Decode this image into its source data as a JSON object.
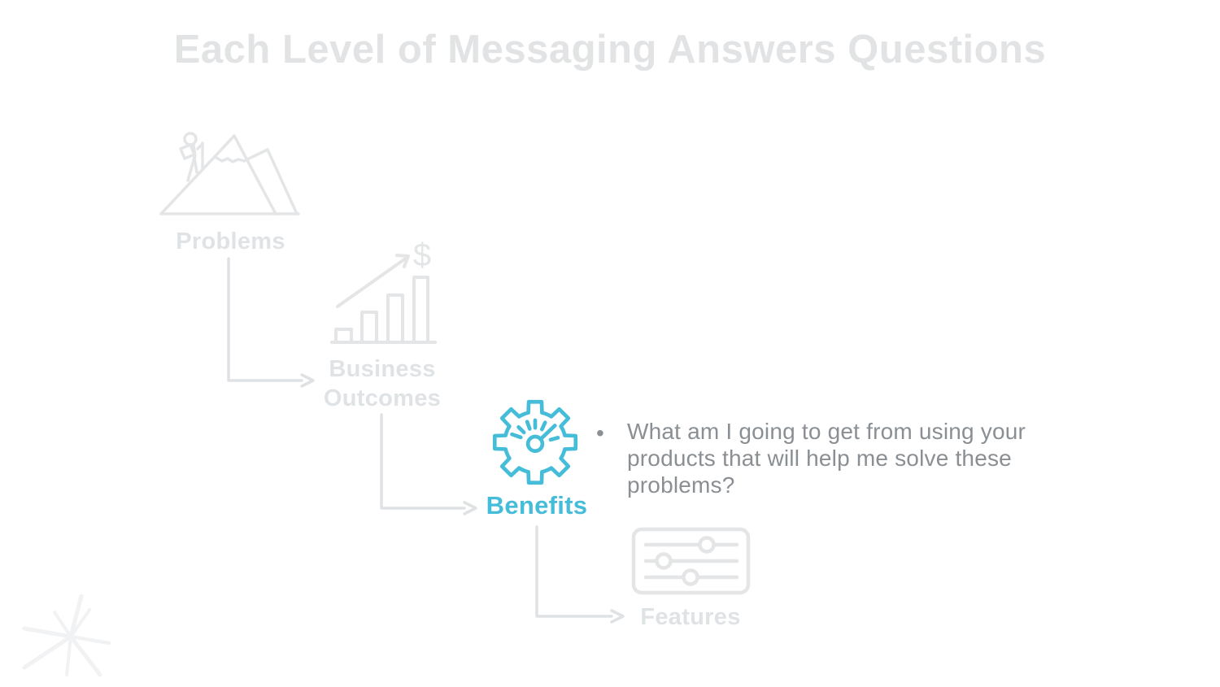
{
  "title": "Each Level of Messaging Answers Questions",
  "colors": {
    "accent": "#45bdd8",
    "muted": "#e3e5e7",
    "label": "#e0e3e5",
    "title": "#e1e3e5",
    "arrow": "#dfe2e4",
    "body_text": "#8a8f94",
    "starburst": "#f1f2f4"
  },
  "steps": [
    {
      "label": "Problems",
      "icon": "mountain-climber-icon",
      "highlighted": false
    },
    {
      "label": "Business Outcomes",
      "icon": "growth-bar-chart-dollar-icon",
      "highlighted": false
    },
    {
      "label": "Benefits",
      "icon": "gear-gauge-icon",
      "highlighted": true
    },
    {
      "label": "Features",
      "icon": "sliders-icon",
      "highlighted": false
    }
  ],
  "benefits_bullet": {
    "marker": "•",
    "text": "What am I going to get from using your products that will help me solve these problems?"
  }
}
